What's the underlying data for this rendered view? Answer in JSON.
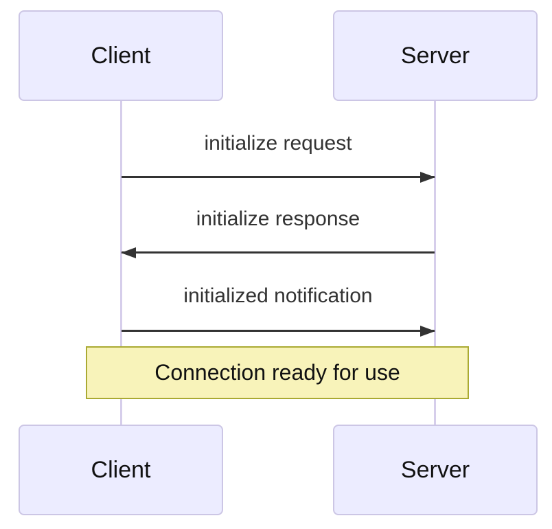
{
  "diagram": {
    "type": "sequence-diagram",
    "actors": [
      {
        "id": "client",
        "label": "Client"
      },
      {
        "id": "server",
        "label": "Server"
      }
    ],
    "messages": [
      {
        "from": "client",
        "to": "server",
        "direction": "right",
        "arrow_style": "solid-filled-head",
        "label": "initialize request"
      },
      {
        "from": "server",
        "to": "client",
        "direction": "left",
        "arrow_style": "solid-filled-head",
        "label": "initialize response"
      },
      {
        "from": "client",
        "to": "server",
        "direction": "right",
        "arrow_style": "solid-filled-head",
        "label": "initialized notification"
      }
    ],
    "note": {
      "position": "over client and server",
      "label": "Connection ready for use"
    },
    "colors": {
      "background": "#ffffff",
      "actor_fill": "#ECECFF",
      "actor_border": "#CCC6E5",
      "actor_text": "#111111",
      "lifeline": "#D6CEEB",
      "signal": "#333333",
      "message_text": "#333333",
      "note_fill": "#F8F3BA",
      "note_border": "#AAAA33",
      "note_text": "#111111"
    }
  }
}
